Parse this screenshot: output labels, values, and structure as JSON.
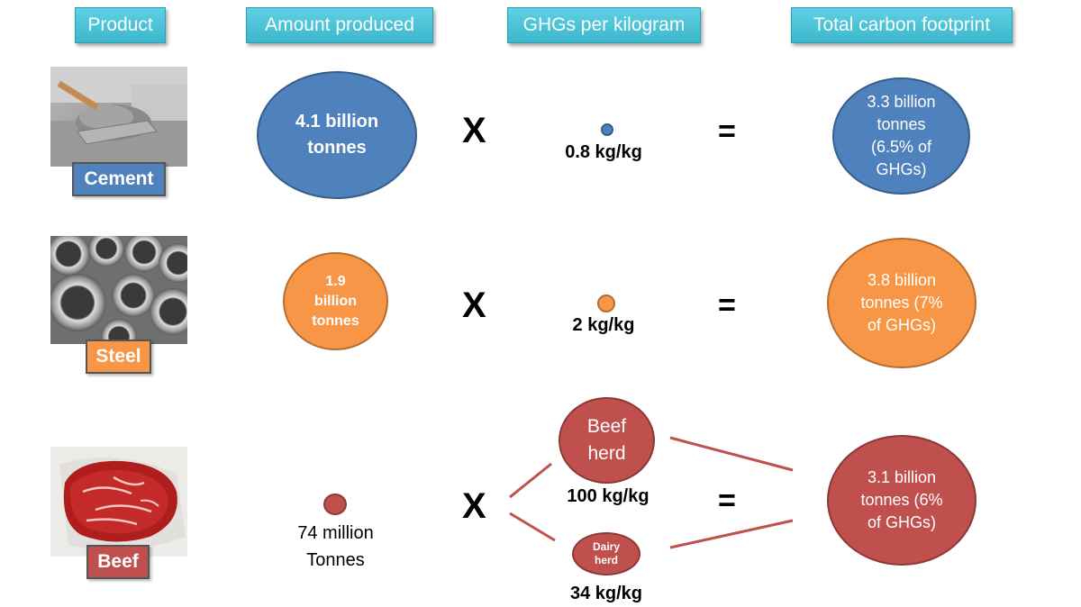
{
  "headers": {
    "product": "Product",
    "amount": "Amount produced",
    "ghg": "GHGs per kilogram",
    "total": "Total carbon footprint"
  },
  "operators": {
    "times": "X",
    "equals": "="
  },
  "rows": {
    "cement": {
      "label": "Cement",
      "amount": "4.1 billion tonnes",
      "per_kg": "0.8 kg/kg",
      "total": "3.3 billion tonnes (6.5% of GHGs)",
      "color": "#4f81bd"
    },
    "steel": {
      "label": "Steel",
      "amount": "1.9 billion tonnes",
      "per_kg": "2 kg/kg",
      "total": "3.8 billion tonnes (7% of GHGs)",
      "color": "#f79646"
    },
    "beef": {
      "label": "Beef",
      "amount": "74 million Tonnes",
      "beef_herd": "Beef herd",
      "beef_herd_per_kg": "100 kg/kg",
      "dairy_herd": "Dairy herd",
      "dairy_herd_per_kg": "34 kg/kg",
      "total": "3.1 billion tonnes (6% of GHGs)",
      "color": "#c0504d"
    }
  }
}
